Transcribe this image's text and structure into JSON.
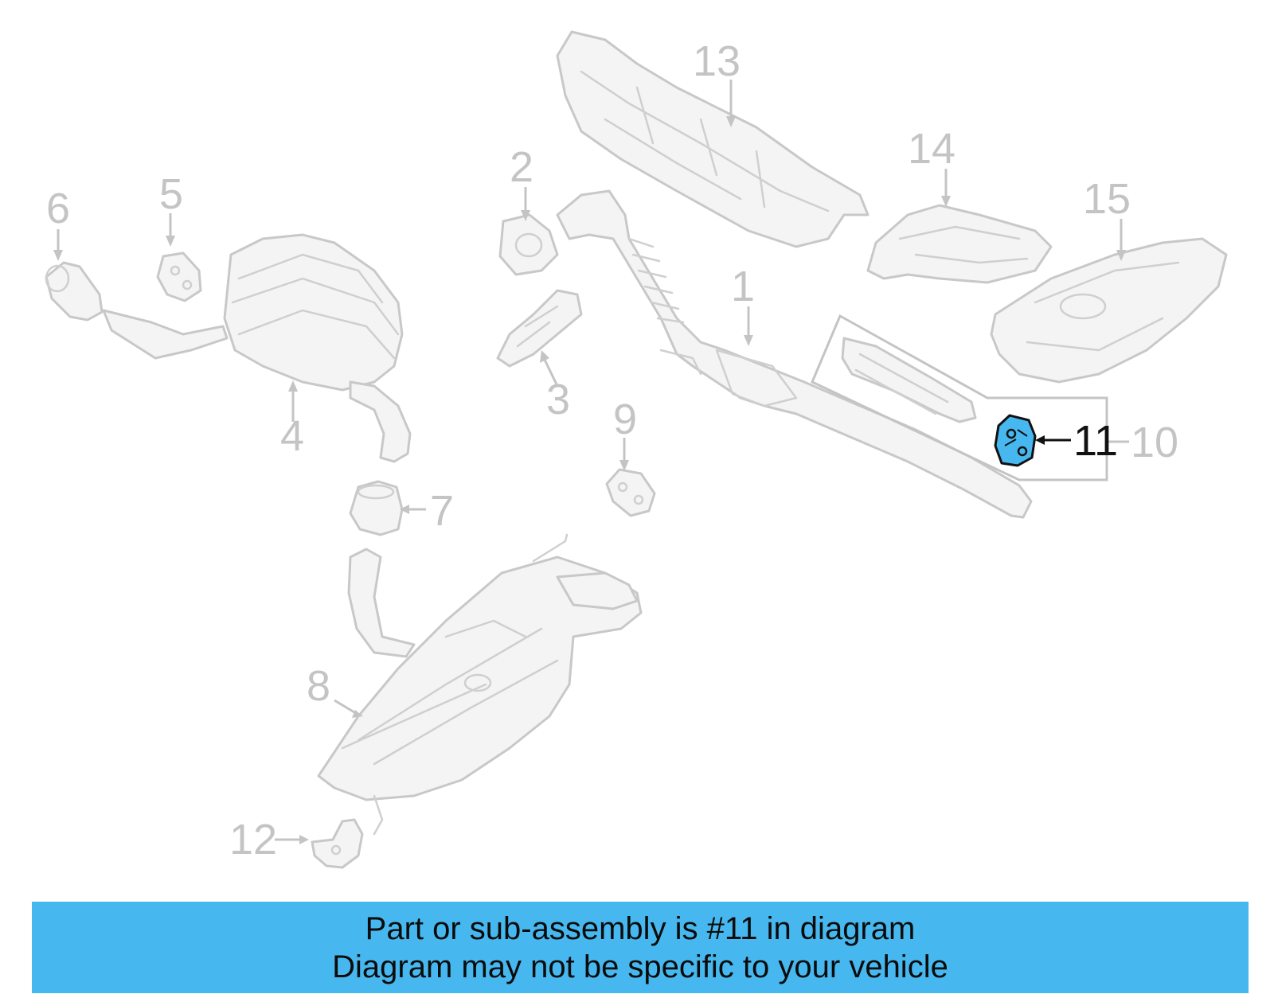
{
  "callouts": {
    "n1": "1",
    "n2": "2",
    "n3": "3",
    "n4": "4",
    "n5": "5",
    "n6": "6",
    "n7": "7",
    "n8": "8",
    "n9": "9",
    "n10": "10",
    "n11": "11",
    "n12": "12",
    "n13": "13",
    "n14": "14",
    "n15": "15"
  },
  "highlighted_part": "11",
  "colors": {
    "highlight": "#47b8ef",
    "banner": "#47b8ef",
    "faded_part": "#c8c8c8"
  },
  "banner": {
    "line1": "Part or sub-assembly is #11 in diagram",
    "line2": "Diagram may not be specific to your vehicle"
  }
}
